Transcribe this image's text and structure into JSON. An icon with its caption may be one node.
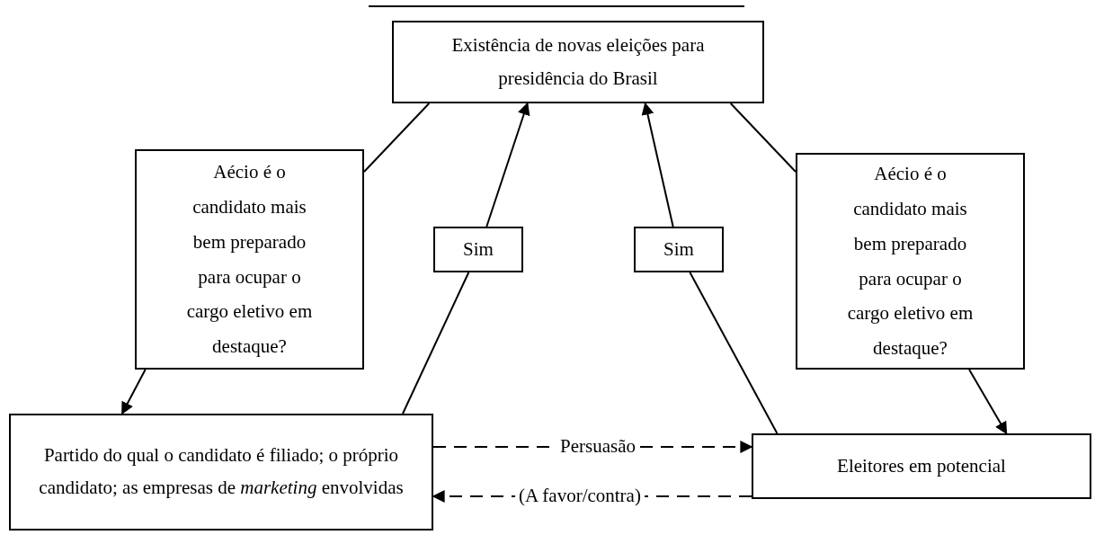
{
  "diagram": {
    "nodes": [
      {
        "text": [
          "Existência de novas eleições para presidência do Brasil"
        ]
      },
      {
        "text": [
          "Aécio é o candidato mais bem preparado para ocupar o cargo eletivo em destaque?"
        ]
      },
      {
        "text": [
          "Sim"
        ]
      },
      {
        "text": [
          "Sim"
        ]
      },
      {
        "text": [
          "Aécio é o candidato mais bem preparado para ocupar o cargo eletivo em destaque?"
        ]
      },
      {
        "text": [
          "Partido do qual o candidato é filiado; o próprio candidato; as empresas de *marketing* envolvidas"
        ]
      },
      {
        "text": [
          "Eleitores em potencial"
        ]
      }
    ],
    "edges": [
      {
        "from": 0,
        "to": 1,
        "arrow": "none"
      },
      {
        "from": 1,
        "to": 5,
        "arrow": "to"
      },
      {
        "from": 5,
        "to": 2,
        "arrow": "none"
      },
      {
        "from": 2,
        "to": 0,
        "arrow": "to"
      },
      {
        "from": 6,
        "to": 3,
        "arrow": "none"
      },
      {
        "from": 3,
        "to": 0,
        "arrow": "to"
      },
      {
        "from": 0,
        "to": 4,
        "arrow": "none"
      },
      {
        "from": 4,
        "to": 6,
        "arrow": "to"
      },
      {
        "from": 5,
        "to": 6,
        "arrow": "to",
        "label": "Persuasão",
        "style": "dashed"
      },
      {
        "from": 6,
        "to": 5,
        "arrow": "to",
        "label": "(A favor/contra)",
        "style": "dashed"
      }
    ]
  }
}
